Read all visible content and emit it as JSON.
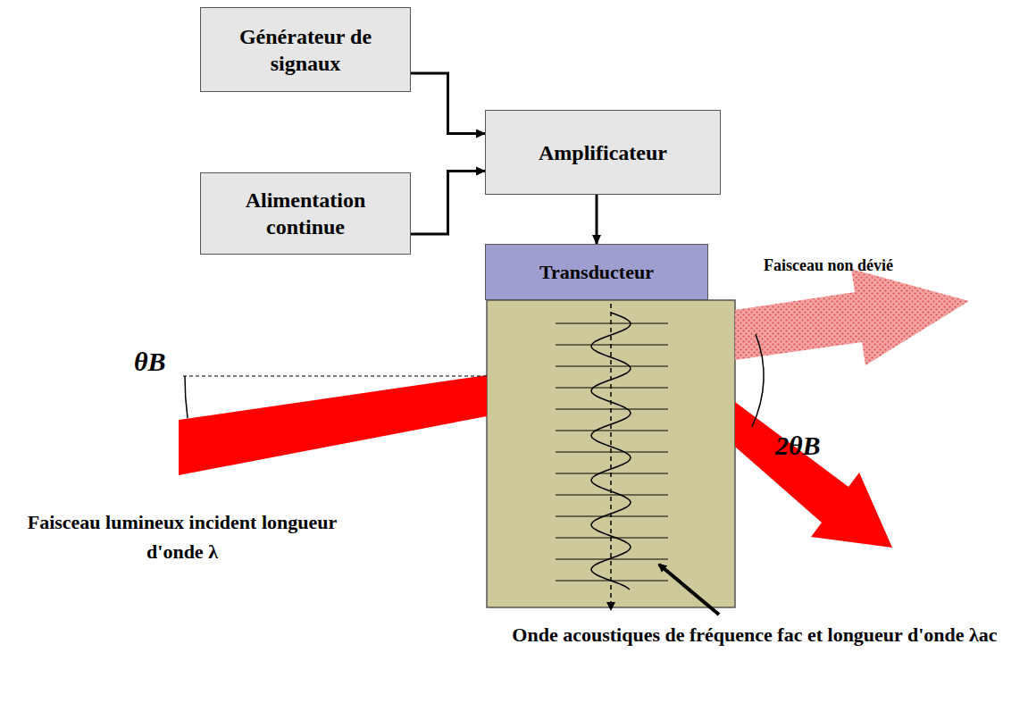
{
  "diagram": {
    "nodes": [
      {
        "text": [
          "Générateur de signaux"
        ]
      },
      {
        "text": [
          "Alimentation continue"
        ]
      },
      {
        "text": [
          "Amplificateur"
        ]
      },
      {
        "text": [
          "Transducteur"
        ]
      }
    ],
    "edges": [
      {
        "from": 0,
        "to": 2,
        "arrow": "to"
      },
      {
        "from": 1,
        "to": 2,
        "arrow": "to"
      },
      {
        "from": 2,
        "to": 3,
        "arrow": "to"
      }
    ],
    "labels": [
      "Faisceau non dévié",
      "θB",
      "2θB",
      "Faisceau lumineux incident longueur d'onde λ",
      "Onde acoustiques de fréquence fac et longueur d'onde λac"
    ]
  }
}
